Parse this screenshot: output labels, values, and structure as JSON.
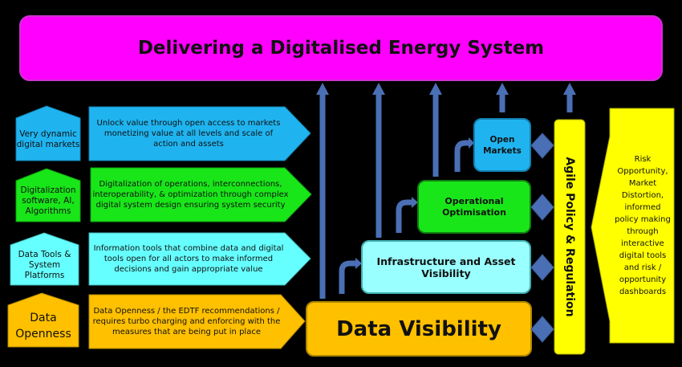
{
  "title": "Delivering a Digitalised Energy System",
  "layers": [
    {
      "label": "Very dynamic digital markets",
      "description": "Unlock value through open access to markets monetizing value at all levels and scale of action and assets",
      "color": "#1fb4f0"
    },
    {
      "label": "Digitalization software, AI, Algorithms",
      "description": "Digitalization of operations, interconnections, interoperability, & optimization through complex digital system design ensuring system security",
      "color": "#19e619"
    },
    {
      "label": "Data Tools & System Platforms",
      "description": "Information tools that combine data and digital tools open for all actors to make informed decisions and gain appropriate value",
      "color": "#66ffff"
    },
    {
      "label": "Data Openness",
      "description": "Data Openness / the EDTF recommendations / requires turbo charging and enforcing with the measures that are being put in place",
      "color": "#ffc000"
    }
  ],
  "steps": {
    "open_markets": "Open Markets",
    "operational": "Operational Optimisation",
    "infrastructure": "Infrastructure and Asset Visibility",
    "data_visibility": "Data Visibility"
  },
  "policy_bar": "Agile Policy & Regulation",
  "policy_note": "Risk Opportunity, Market Distortion, informed policy making through interactive digital tools and risk / opportunity dashboards",
  "colors": {
    "title": "#ff00ff",
    "arrow": "#4a6fb5",
    "policy": "#ffff00"
  }
}
